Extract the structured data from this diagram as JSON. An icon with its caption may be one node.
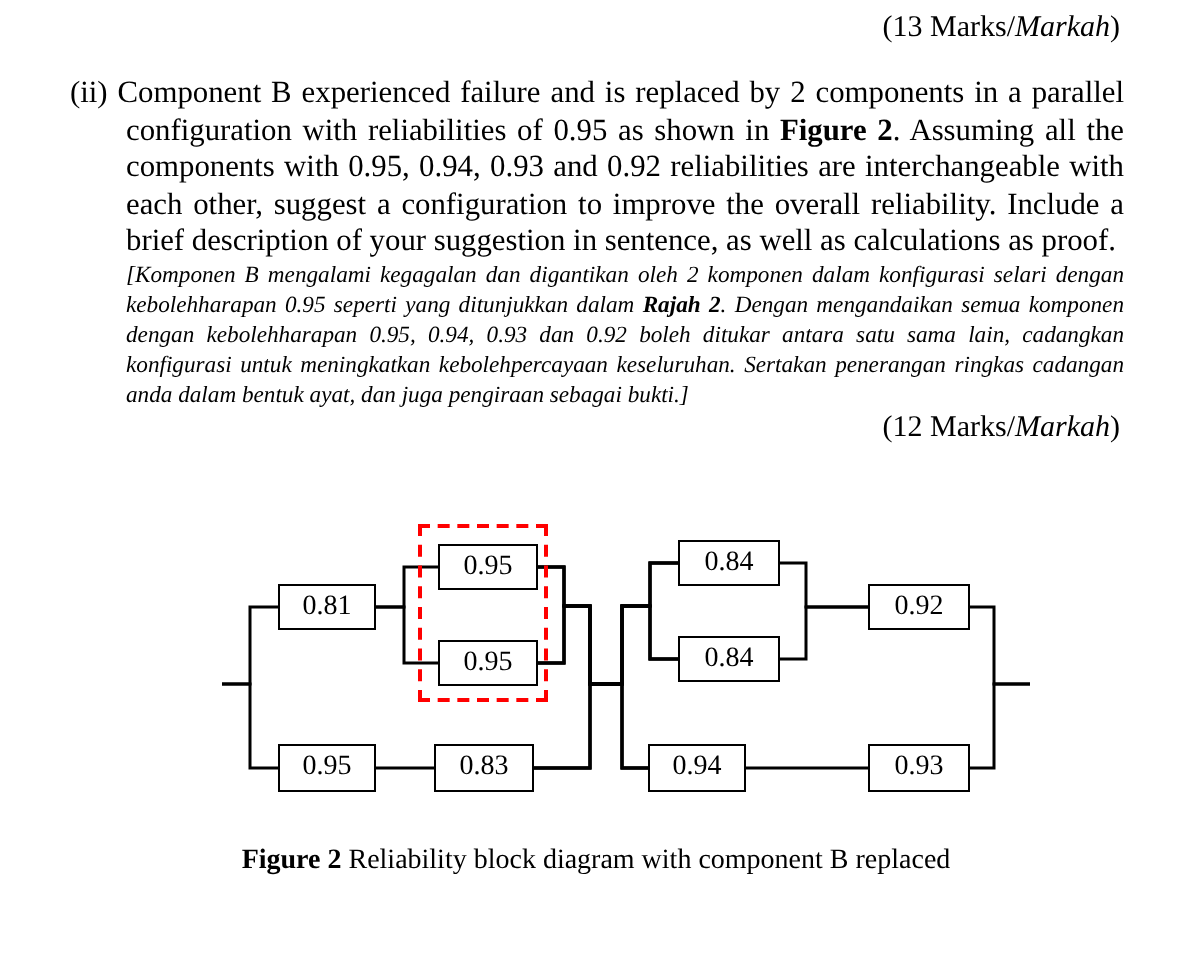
{
  "diagram": {
    "caption": "**Figure 2** Reliability block diagram with component B replaced",
    "nodes": [
      {
        "text": [
          "0.81"
        ]
      },
      {
        "text": [],
        "shape": "box"
      },
      {
        "text": [
          "0.95"
        ],
        "in": 1
      },
      {
        "text": [
          "0.95"
        ],
        "in": 1
      },
      {
        "text": [
          "0.95"
        ]
      },
      {
        "text": [
          "0.83"
        ]
      },
      {
        "text": [
          "0.84"
        ]
      },
      {
        "text": [
          "0.84"
        ]
      },
      {
        "text": [
          "0.92"
        ]
      },
      {
        "text": [
          "0.94"
        ]
      },
      {
        "text": [
          "0.93"
        ]
      }
    ],
    "edges": [
      {
        "from": null,
        "to": 0,
        "arrow": "none"
      },
      {
        "from": null,
        "to": 4,
        "arrow": "none"
      },
      {
        "from": 0,
        "to": 2,
        "arrow": "none"
      },
      {
        "from": 0,
        "to": 3,
        "arrow": "none"
      },
      {
        "from": 4,
        "to": 5,
        "arrow": "none"
      },
      {
        "from": 2,
        "to": 6,
        "arrow": "none"
      },
      {
        "from": 2,
        "to": 7,
        "arrow": "none"
      },
      {
        "from": 2,
        "to": 9,
        "arrow": "none"
      },
      {
        "from": 3,
        "to": 6,
        "arrow": "none"
      },
      {
        "from": 3,
        "to": 7,
        "arrow": "none"
      },
      {
        "from": 3,
        "to": 9,
        "arrow": "none"
      },
      {
        "from": 5,
        "to": 6,
        "arrow": "none"
      },
      {
        "from": 5,
        "to": 7,
        "arrow": "none"
      },
      {
        "from": 5,
        "to": 9,
        "arrow": "none"
      },
      {
        "from": 6,
        "to": 8,
        "arrow": "none"
      },
      {
        "from": 7,
        "to": 8,
        "arrow": "none"
      },
      {
        "from": 9,
        "to": 10,
        "arrow": "none"
      },
      {
        "from": 8,
        "to": null,
        "arrow": "none"
      },
      {
        "from": 10,
        "to": null,
        "arrow": "none"
      }
    ],
    "labels": [
      "(13 Marks/*Markah*)",
      "(ii) Component B experienced failure and is replaced by 2 components in a parallel configuration with reliabilities of 0.95 as shown in **Figure 2**. Assuming all the components with 0.95, 0.94, 0.93 and 0.92 reliabilities are interchangeable with each other, suggest a configuration to improve the overall reliability. Include a brief description of your suggestion in sentence, as well as calculations as proof.",
      "[Komponen B mengalami kegagalan dan digantikan oleh 2 komponen dalam konfigurasi selari dengan kebolehharapan 0.95 seperti yang ditunjukkan dalam **Rajah 2**. Dengan mengandaikan semua komponen dengan kebolehharapan 0.95, 0.94, 0.93 dan 0.92 boleh ditukar antara satu sama lain, cadangkan konfigurasi untuk meningkatkan kebolehpercayaan keseluruhan. Sertakan penerangan ringkas cadangan anda dalam bentuk ayat, dan juga pengiraan sebagai bukti.]",
      "(12 Marks/*Markah*)"
    ]
  }
}
